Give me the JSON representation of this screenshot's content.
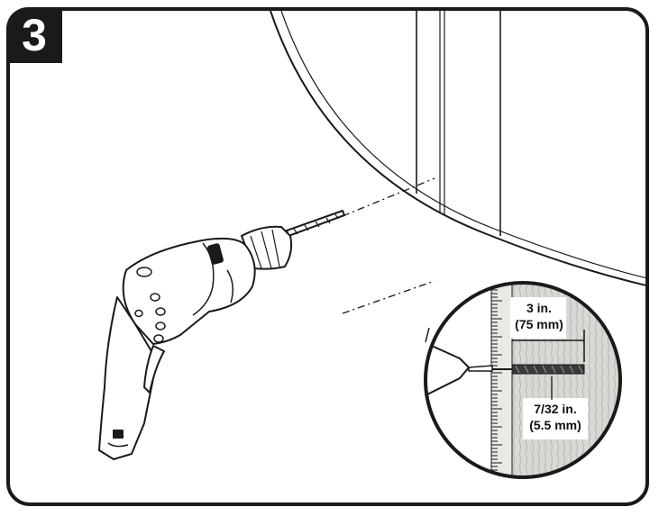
{
  "step": {
    "number": "3"
  },
  "callout": {
    "depth_label": "3 in.",
    "depth_metric": "(75 mm)",
    "bit_label": "7/32 in.",
    "bit_metric": "(5.5 mm)"
  },
  "colors": {
    "ink": "#1a1a1a",
    "wood": "#d8d8d4",
    "ruler": "#e9e9e6"
  }
}
